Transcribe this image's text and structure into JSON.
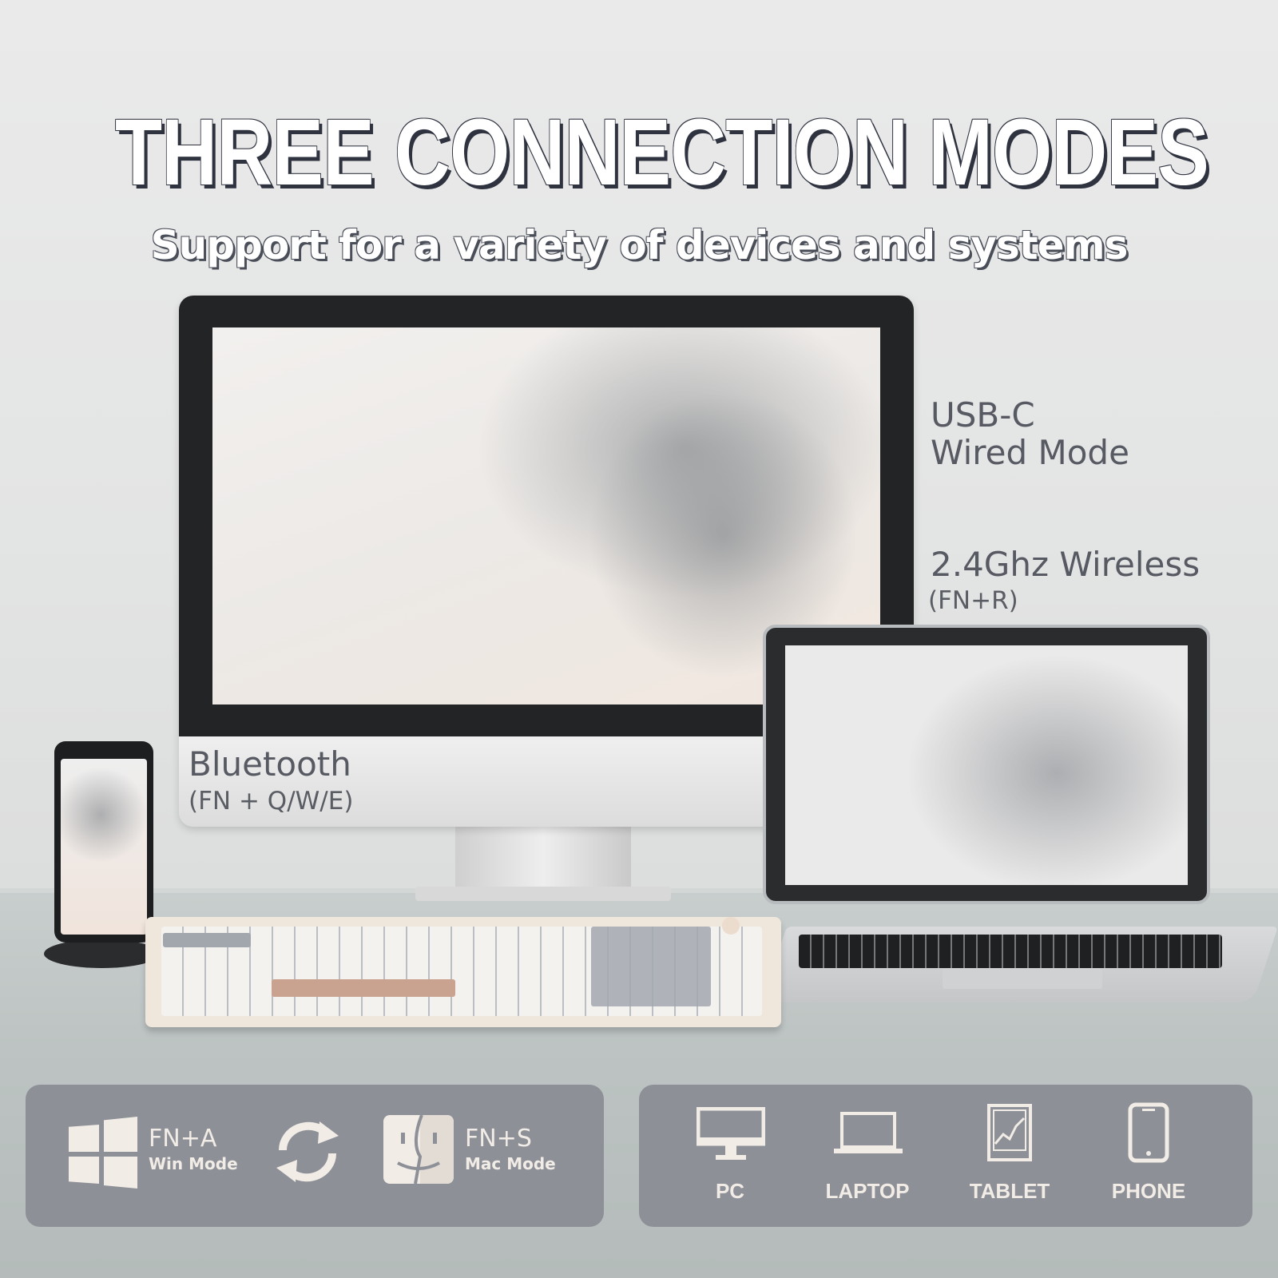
{
  "headline": "THREE CONNECTION MODES",
  "subheadline": "Support for a variety of devices and systems",
  "modes": {
    "usb": {
      "line1": "USB-C",
      "line2": "Wired Mode"
    },
    "wireless": {
      "line1": "2.4Ghz Wireless",
      "line2": "(FN+R)"
    },
    "bluetooth": {
      "line1": "Bluetooth",
      "line2": "(FN + Q/W/E)"
    }
  },
  "systems": {
    "win": {
      "keys": "FN+A",
      "label": "Win Mode",
      "icon": "windows-logo-icon"
    },
    "swap_icon": "sync-arrows-icon",
    "mac": {
      "keys": "FN+S",
      "label": "Mac Mode",
      "icon": "mac-finder-icon"
    }
  },
  "devices": [
    {
      "label": "PC",
      "icon": "pc-monitor-icon"
    },
    {
      "label": "LAPTOP",
      "icon": "laptop-icon"
    },
    {
      "label": "TABLET",
      "icon": "tablet-icon"
    },
    {
      "label": "PHONE",
      "icon": "phone-icon"
    }
  ],
  "colors": {
    "panel": "#8e9098",
    "panel_text": "#f2ece6",
    "headline_outline": "#2f3340",
    "label_text": "#575a62"
  }
}
